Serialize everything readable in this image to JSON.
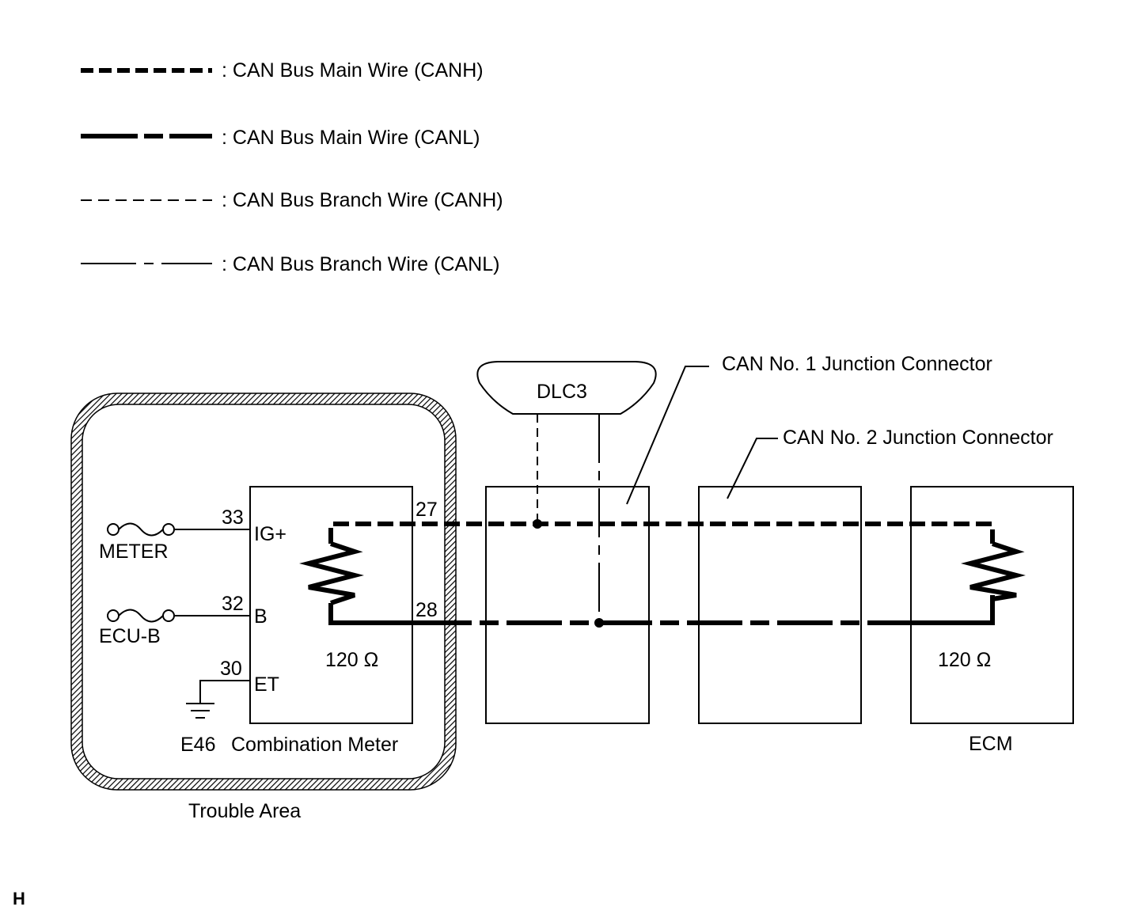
{
  "legend": {
    "canh_main": ": CAN Bus Main Wire (CANH)",
    "canl_main": ": CAN Bus Main Wire (CANL)",
    "canh_branch": ": CAN Bus Branch Wire (CANH)",
    "canl_branch": ": CAN Bus Branch Wire (CANL)"
  },
  "components": {
    "dlc3": "DLC3",
    "junction1": "CAN No. 1 Junction Connector",
    "junction2": "CAN No. 2 Junction Connector",
    "combination_meter": "Combination Meter",
    "ecm": "ECM",
    "ground": "E46",
    "trouble_area": "Trouble Area"
  },
  "fuses": {
    "meter": "METER",
    "ecu_b": "ECU-B"
  },
  "terminals": {
    "ig_plus": "IG+",
    "b": "B",
    "et": "ET",
    "pin_33": "33",
    "pin_32": "32",
    "pin_30": "30",
    "pin_27": "27",
    "pin_28": "28"
  },
  "resistors": {
    "meter_resistor": "120 Ω",
    "ecm_resistor": "120 Ω"
  },
  "corner_mark": "H"
}
